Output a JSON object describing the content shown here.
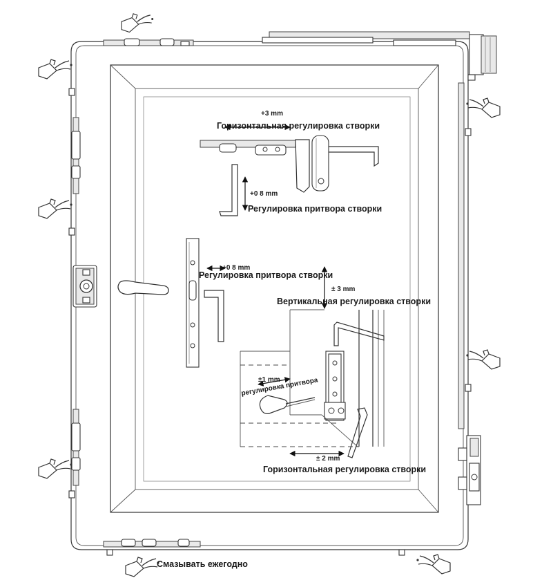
{
  "labels": {
    "horiz_top_mm": "+3 mm",
    "horiz_top_text": "Горизонтальная регулировка створки",
    "press_top_mm": "+0 8 mm",
    "press_top_text": "Регулировка притвора створки",
    "press_mid_mm": "+0 8 mm",
    "press_mid_text": "Регулировка притвора створки",
    "vert_mm": "± 3 mm",
    "vert_text": "Вертикальная регулировка створки",
    "press_diag_mm": "±1 mm",
    "press_diag_text": "регулировка притвора",
    "horiz_bot_mm": "± 2 mm",
    "horiz_bot_text": "Горизонтальная регулировка створки",
    "lubricate_text": "Смазывать ежегодно"
  },
  "icons": [
    "oil-can-icon",
    "hex-key-icon",
    "screwdriver-icon",
    "double-arrow-icon"
  ],
  "colors": {
    "line": "#333333",
    "paper": "#ffffff",
    "fill": "#e9e9e9"
  }
}
